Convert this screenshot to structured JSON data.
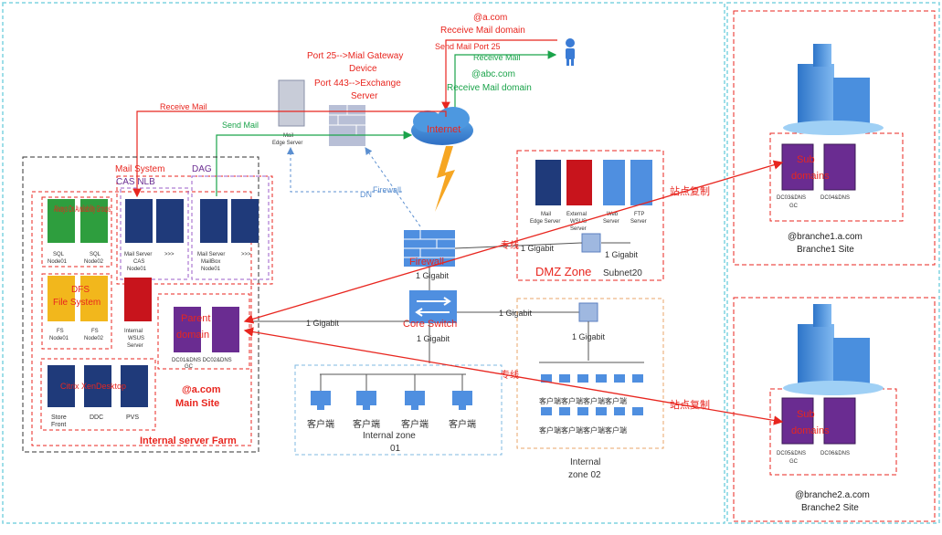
{
  "colors": {
    "red": "#e8261f",
    "green": "#1aa34a",
    "blue_dash": "#5b8fd0",
    "server_navy": "#1f3a7a",
    "server_purple": "#6a2c91",
    "server_green": "#2e9e3e",
    "server_yellow": "#f2b71c",
    "server_red": "#c8141c",
    "server_lightblue": "#4f8fe0",
    "teal_border": "#7fd3e0"
  },
  "top": {
    "a_com": "@a.com",
    "receive_mail_domain_1": "Receive Mail domain",
    "send_mail_port": "Send Mail Port 25",
    "receive_mail": "Receive Mail",
    "abc_com": "@abc.com",
    "receive_mail_domain_2": "Receive Mail domain",
    "port25_line1": "Port 25-->Mial Gateway",
    "port25_line2": "Device",
    "port443_line1": "Port 443-->Exchange",
    "port443_line2": "Server",
    "internet": "Internet",
    "receive_mail_left": "Receive Mail",
    "send_mail_left": "Send Mail",
    "edge_line1": "Mail",
    "edge_line2": "Edge Server",
    "firewall_top": "Firewall",
    "dn": "DN"
  },
  "farm": {
    "mail_system": "Mail System",
    "cas_nlb": "CAS NLB",
    "dag": "DAG",
    "always_on": "Always On Availability Groups",
    "sql1_a": "SQL",
    "sql1_b": "Node01",
    "sql2_a": "SQL",
    "sql2_b": "Node02",
    "mail_cas_a": "Mail Server",
    "mail_cas_b": "CAS",
    "mail_cas_c": "Node01",
    "more1": ">>>",
    "mailbox_a": "Mail Server",
    "mailbox_b": "MailBox",
    "mailbox_c": "Node01",
    "more2": ">>>",
    "dfs_a": "DFS",
    "dfs_b": "File System",
    "fs1_a": "FS",
    "fs1_b": "Node01",
    "fs2_a": "FS",
    "fs2_b": "Node02",
    "wsus_a": "Internal",
    "wsus_b": "WSUS",
    "wsus_c": "Server",
    "parent_a": "Parent",
    "parent_b": "domain",
    "dc12_a": "DC01&DNS DC02&DNS",
    "dc12_b": "GC",
    "citrix": "Citrix XenDesktop",
    "storefront_a": "Store",
    "storefront_b": "Front",
    "ddc": "DDC",
    "pvs": "PVS",
    "main_a": "@a.com",
    "main_b": "Main Site",
    "farm_label": "Internal server Farm"
  },
  "dmz": {
    "mail_edge_a": "Mail",
    "mail_edge_b": "Edge Server",
    "ext_wsus_a": "External",
    "ext_wsus_b": "WSUS",
    "ext_wsus_c": "Server",
    "web_a": "Web",
    "web_b": "Server",
    "ftp_a": "FTP",
    "ftp_b": "Server",
    "gigabit_left": "1 Gigabit",
    "gigabit_right": "1 Gigabit",
    "zone": "DMZ Zone",
    "subnet": "Subnet20"
  },
  "core": {
    "zhuanxian_top": "专线",
    "firewall": "Firewall",
    "gigabit_fw": "1 Gigabit",
    "core_switch": "Core Switch",
    "gigabit_left": "1 Gigabit",
    "gigabit_right": "1 Gigabit",
    "gigabit_down": "1 Gigabit",
    "zhuanxian_bottom": "专线",
    "gigabit_zone2": "1 Gigabit"
  },
  "zone1": {
    "clients": [
      "客户端",
      "客户端",
      "客户端",
      "客户端"
    ],
    "label_a": "Internal zone",
    "label_b": "01"
  },
  "zone2": {
    "row1": "客户端客户端客户端客户端",
    "row2": "客户端客户端客户端客户端",
    "label_a": "Internal",
    "label_b": "zone 02"
  },
  "branch1": {
    "replicate": "站点复制",
    "sub_a": "Sub",
    "sub_b": "domains",
    "dc03_a": "DC03&DNS",
    "dc03_b": "GC",
    "dc04": "DC04&DNS",
    "site_a": "@branche1.a.com",
    "site_b": "Branche1 Site"
  },
  "branch2": {
    "replicate": "站点复制",
    "sub_a": "Sub",
    "sub_b": "domains",
    "dc05_a": "DC05&DNS",
    "dc05_b": "GC",
    "dc06": "DC06&DNS",
    "site_a": "@branche2.a.com",
    "site_b": "Branche2 Site"
  }
}
